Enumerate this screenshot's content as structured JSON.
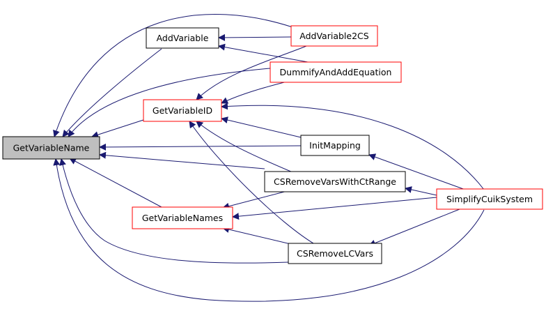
{
  "colors": {
    "edge": "#191970",
    "focus_fill": "#bfbfbf",
    "border_default": "#000000",
    "border_truncated": "#ff0000"
  },
  "nodes": [
    {
      "id": "GetVariableName",
      "label": "GetVariableName",
      "style": "focus"
    },
    {
      "id": "AddVariable",
      "label": "AddVariable",
      "style": "black"
    },
    {
      "id": "AddVariable2CS",
      "label": "AddVariable2CS",
      "style": "red"
    },
    {
      "id": "DummifyAndAddEquation",
      "label": "DummifyAndAddEquation",
      "style": "red"
    },
    {
      "id": "GetVariableID",
      "label": "GetVariableID",
      "style": "red"
    },
    {
      "id": "InitMapping",
      "label": "InitMapping",
      "style": "black"
    },
    {
      "id": "CSRemoveVarsWithCtRange",
      "label": "CSRemoveVarsWithCtRange",
      "style": "black"
    },
    {
      "id": "GetVariableNames",
      "label": "GetVariableNames",
      "style": "red"
    },
    {
      "id": "SimplifyCuikSystem",
      "label": "SimplifyCuikSystem",
      "style": "red"
    },
    {
      "id": "CSRemoveLCVars",
      "label": "CSRemoveLCVars",
      "style": "black"
    }
  ]
}
